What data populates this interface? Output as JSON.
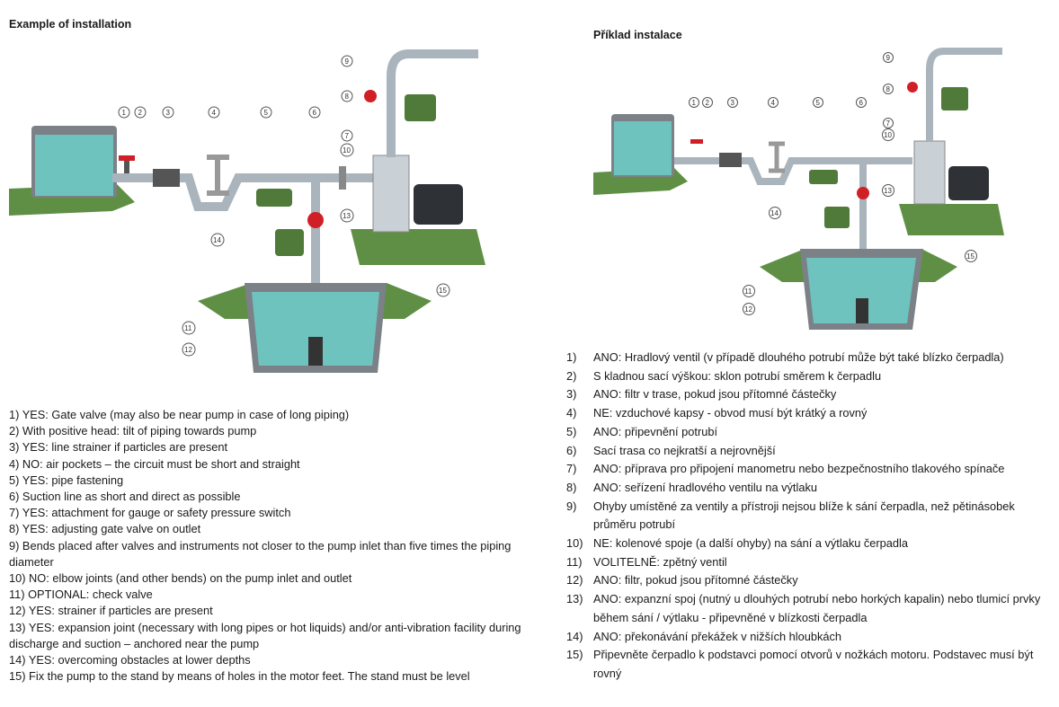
{
  "en": {
    "title": "Example of installation",
    "items": [
      "1) YES: Gate valve (may also be near pump in case of long piping)",
      "2) With positive head: tilt of piping towards pump",
      "3) YES: line strainer if particles are present",
      "4) NO: air pockets – the circuit must be short and straight",
      "5) YES: pipe fastening",
      "6) Suction line as short and direct as possible",
      "7) YES: attachment for gauge or safety pressure switch",
      "8) YES: adjusting gate valve on outlet",
      "9) Bends placed after valves and instruments not closer to the pump inlet than five times the piping diameter",
      "10) NO: elbow joints (and other bends) on the pump inlet and outlet",
      "11) OPTIONAL: check valve",
      "12) YES: strainer if particles are present",
      "13) YES: expansion joint (necessary with long pipes or hot liquids) and/or anti-vibration facility during discharge and suction – anchored near the pump",
      "14) YES: overcoming obstacles at lower depths",
      "15) Fix the pump to the stand by means of holes in the motor feet. The stand must be level"
    ]
  },
  "cz": {
    "title": "Příklad instalace",
    "items": [
      {
        "num": "1)",
        "text": "ANO: Hradlový ventil (v případě dlouhého potrubí může být také blízko čerpadla)"
      },
      {
        "num": "2)",
        "text": "S kladnou sací výškou: sklon potrubí směrem k čerpadlu"
      },
      {
        "num": "3)",
        "text": "ANO: filtr v trase, pokud jsou přítomné částečky"
      },
      {
        "num": "4)",
        "text": "NE: vzduchové kapsy - obvod musí být krátký a rovný"
      },
      {
        "num": "5)",
        "text": "ANO: připevnění potrubí"
      },
      {
        "num": "6)",
        "text": "Sací trasa co nejkratší a nejrovnější"
      },
      {
        "num": "7)",
        "text": "ANO: příprava pro připojení manometru nebo bezpečnostního tlakového spínače"
      },
      {
        "num": "8)",
        "text": "ANO: seřízení hradlového ventilu na výtlaku"
      },
      {
        "num": "9)",
        "text": "Ohyby umístěné za ventily a přístroji nejsou blíže k sání čerpadla, než pětinásobek průměru potrubí"
      },
      {
        "num": "10)",
        "text": "NE: kolenové spoje (a další ohyby) na sání a výtlaku čerpadla"
      },
      {
        "num": "11)",
        "text": "VOLITELNĚ: zpětný ventil"
      },
      {
        "num": "12)",
        "text": "ANO: filtr, pokud jsou přítomné částečky"
      },
      {
        "num": "13)",
        "text": "ANO: expanzní spoj (nutný u dlouhých potrubí nebo horkých kapalin) nebo tlumicí prvky během sání / výtlaku - připevněné v blízkosti čerpadla"
      },
      {
        "num": "14)",
        "text": "ANO: překonávání překážek v nižších hloubkách"
      },
      {
        "num": "15)",
        "text": "Připevněte čerpadlo k podstavci pomocí otvorů v nožkách motoru. Podstavec musí být rovný"
      }
    ]
  },
  "callouts": {
    "n1": "1",
    "n2": "2",
    "n3": "3",
    "n4": "4",
    "n5": "5",
    "n6": "6",
    "n7": "7",
    "n8": "8",
    "n9": "9",
    "n10": "10",
    "n11": "11",
    "n12": "12",
    "n13": "13",
    "n14": "14",
    "n15": "15"
  },
  "colors": {
    "water": "#6fc3bf",
    "ground": "#5f8f45",
    "pipe": "#a9b4bd",
    "valve": "#d11f26",
    "concrete": "#8c8c8c"
  }
}
